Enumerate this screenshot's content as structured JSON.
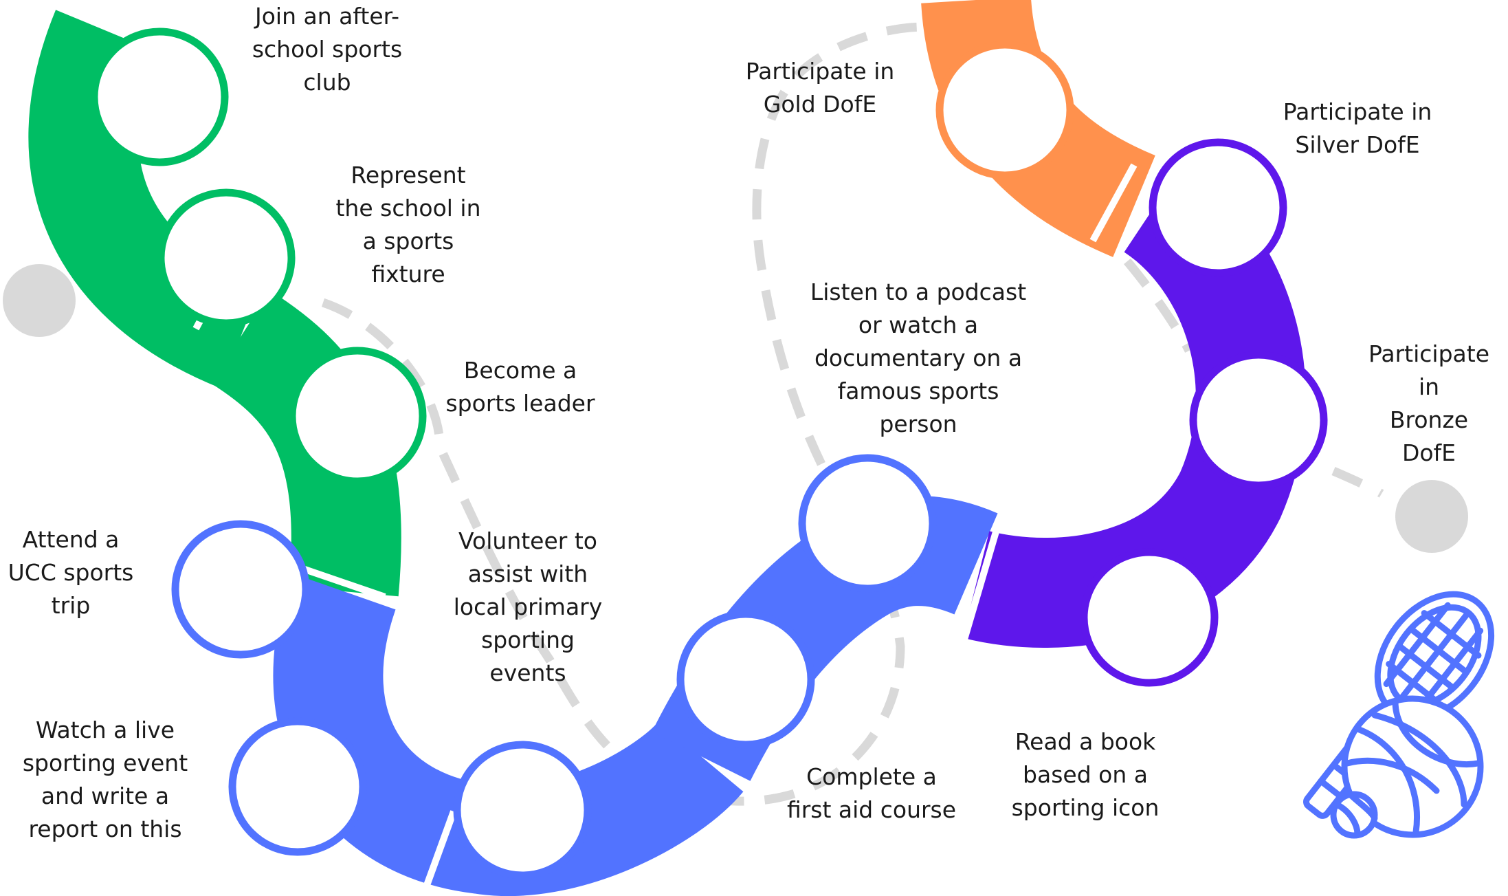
{
  "colors": {
    "green": "#00be64",
    "blue": "#5273ff",
    "purple": "#5e17eb",
    "orange": "#ff914d",
    "dash": "#d9d9d9",
    "dot": "#d9d9d9",
    "icon": "#5273ff"
  },
  "steps": [
    {
      "text": "Join an after-\nschool sports\nclub",
      "color": "green"
    },
    {
      "text": "Represent\nthe school in\na sports\nfixture",
      "color": "green"
    },
    {
      "text": "Become a\nsports leader",
      "color": "green"
    },
    {
      "text": "Attend a\nUCC sports\ntrip",
      "color": "blue"
    },
    {
      "text": "Watch a live\nsporting event\nand write a\nreport on this",
      "color": "blue"
    },
    {
      "text": "Volunteer to\nassist with\nlocal primary\nsporting\nevents",
      "color": "blue"
    },
    {
      "text": "Complete a\nfirst aid course",
      "color": "blue"
    },
    {
      "text": "Listen to a podcast\nor watch a\ndocumentary on a\nfamous sports\nperson",
      "color": "blue"
    },
    {
      "text": "Read a book\nbased on a\nsporting icon",
      "color": "purple"
    },
    {
      "text": "Participate in\nBronze DofE",
      "color": "purple"
    },
    {
      "text": "Participate in\nSilver DofE",
      "color": "purple"
    },
    {
      "text": "Participate in\nGold DofE",
      "color": "orange"
    }
  ],
  "icon": "tennis-racket-and-volleyball-icon"
}
